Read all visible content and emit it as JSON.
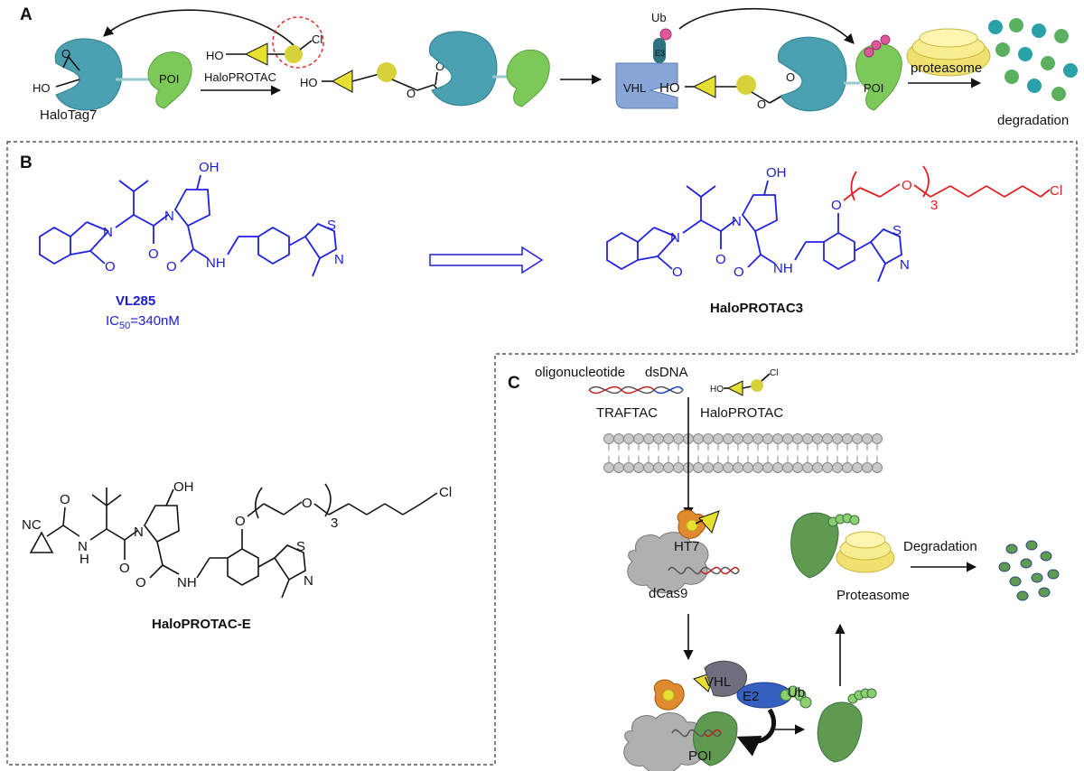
{
  "panels": {
    "a": "A",
    "b": "B",
    "c": "C"
  },
  "panel_a": {
    "halotag_label": "HaloTag7",
    "poi": "POI",
    "ho": "HO",
    "cl": "Cl",
    "halo_protac": "HaloPROTAC",
    "ub": "Ub",
    "e3": "E3",
    "vhl": "VHL",
    "proteasome": "proteasome",
    "degradation": "degradation"
  },
  "panel_b": {
    "vl285_name": "VL285",
    "vl285_ic50_prefix": "IC",
    "vl285_ic50_sub": "50",
    "vl285_ic50_value": "=340nM",
    "halo3_name": "HaloPROTAC3",
    "halo_e_name": "HaloPROTAC-E",
    "atoms": {
      "oh": "OH",
      "n": "N",
      "o": "O",
      "nh": "NH",
      "s": "S",
      "h": "H",
      "nc": "NC",
      "cl": "Cl",
      "repeat": "3"
    }
  },
  "panel_c": {
    "oligo": "oligonucleotide",
    "dsdna": "dsDNA",
    "ho": "HO",
    "cl": "Cl",
    "traftac": "TRAFTAC",
    "halo_protac": "HaloPROTAC",
    "ht7": "HT7",
    "dcas9": "dCas9",
    "vhl": "VHL",
    "e2": "E2",
    "ub": "Ub",
    "poi": "POI",
    "proteasome": "Proteasome",
    "degradation": "Degradation"
  },
  "colors": {
    "halotag": "#4aa0b0",
    "poi": "#7cc95a",
    "linker": "#d8d23a",
    "ligand": "#e8e030",
    "vhl": "#8aa6d8",
    "ub": "#e0589a",
    "vl285": "#1a1ad6",
    "linker_red": "#e02020",
    "dcas9": "#b0b0b0",
    "ht7": "#e08a30",
    "poi_c": "#5e9a50",
    "e2": "#3560c0",
    "membrane": "#c8c8c8"
  }
}
